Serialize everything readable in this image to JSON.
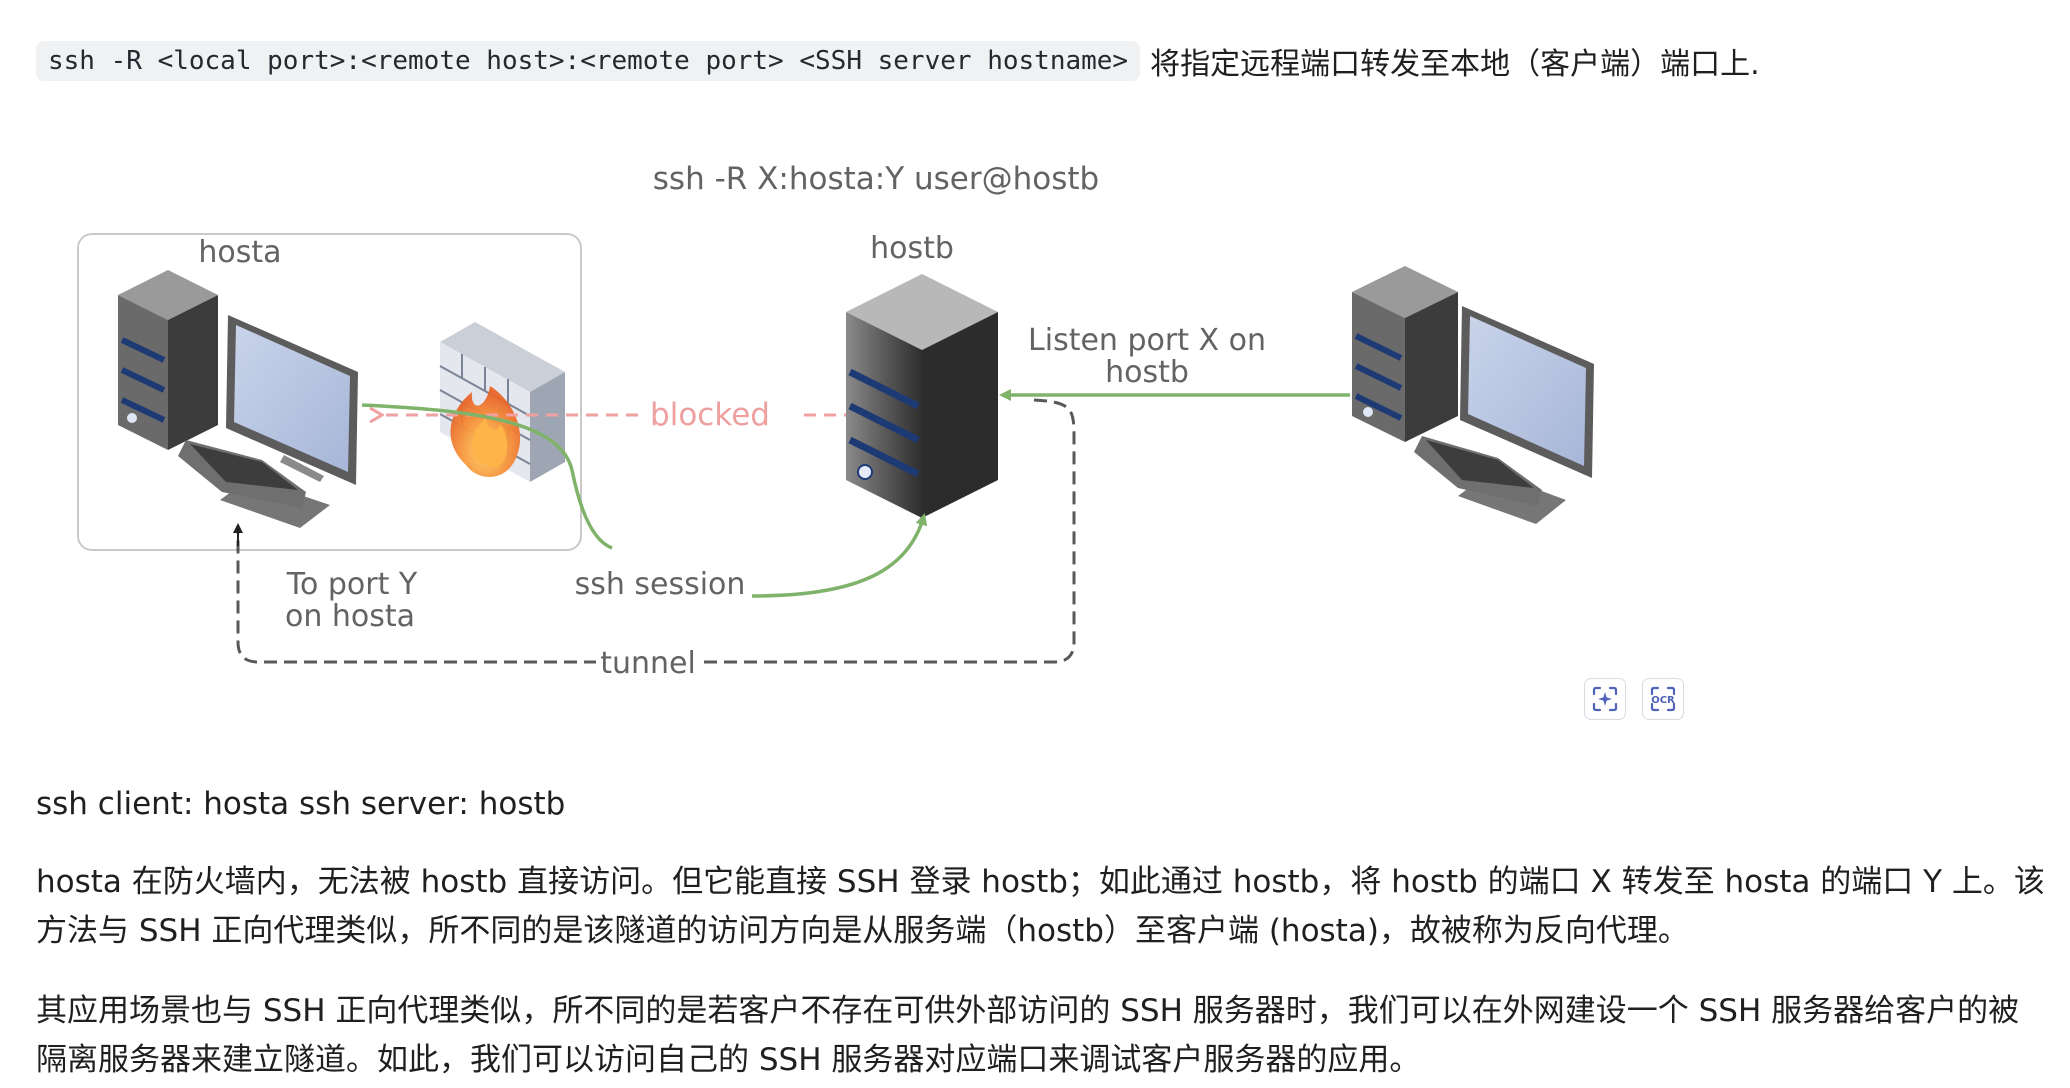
{
  "intro": {
    "code": "ssh -R <local port>:<remote host>:<remote port> <SSH server hostname>",
    "text": "将指定远程端口转发至本地（客户端）端口上."
  },
  "diagram": {
    "command": "ssh -R X:hosta:Y user@hostb",
    "hosta_label": "hosta",
    "hostb_label": "hostb",
    "listen_line1": "Listen port X on",
    "listen_line2": "hostb",
    "blocked": "blocked",
    "ssh_session": "ssh session",
    "to_port_line1": "To port Y",
    "to_port_line2": "on hosta",
    "tunnel": "tunnel",
    "colors": {
      "text": "#636363",
      "green": "#7fb36a",
      "red": "#f0a0a0",
      "dash": "#585858"
    }
  },
  "toolbar": {
    "ai_icon": "scan-ai-icon",
    "ocr_icon": "ocr-icon",
    "ocr_label": "OCR"
  },
  "paragraphs": {
    "p1": "ssh client: hosta ssh server: hostb",
    "p2": "hosta 在防火墙内，无法被 hostb 直接访问。但它能直接 SSH 登录 hostb；如此通过 hostb，将 hostb 的端口 X 转发至 hosta 的端口 Y 上。该方法与 SSH 正向代理类似，所不同的是该隧道的访问方向是从服务端（hostb）至客户端 (hosta)，故被称为反向代理。",
    "p3": "其应用场景也与 SSH 正向代理类似，所不同的是若客户不存在可供外部访问的 SSH 服务器时，我们可以在外网建设一个 SSH 服务器给客户的被隔离服务器来建立隧道。如此，我们可以访问自己的 SSH 服务器对应端口来调试客户服务器的应用。"
  }
}
